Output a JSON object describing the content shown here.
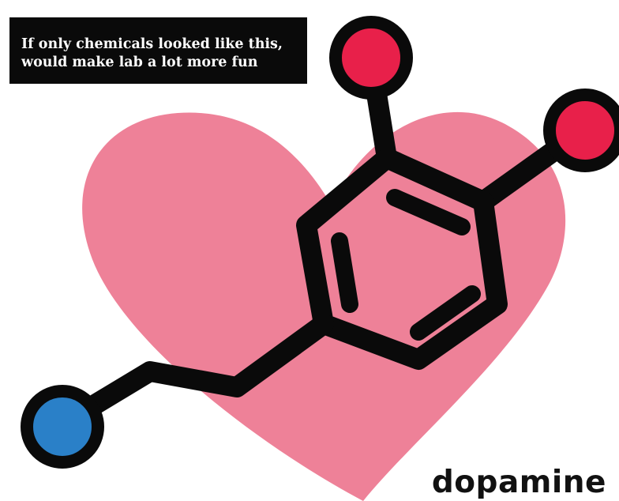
{
  "caption": {
    "line1": "If only chemicals looked like this,",
    "line2": "would make lab a lot more fun"
  },
  "molecule": {
    "name": "dopamine"
  },
  "colors": {
    "heart": "#ee8198",
    "bond": "#0a0a0a",
    "oxygen_atom": "#e8204a",
    "nitrogen_atom": "#2a80c8",
    "caption_background": "#0a0a0a",
    "caption_text": "#ffffff"
  }
}
